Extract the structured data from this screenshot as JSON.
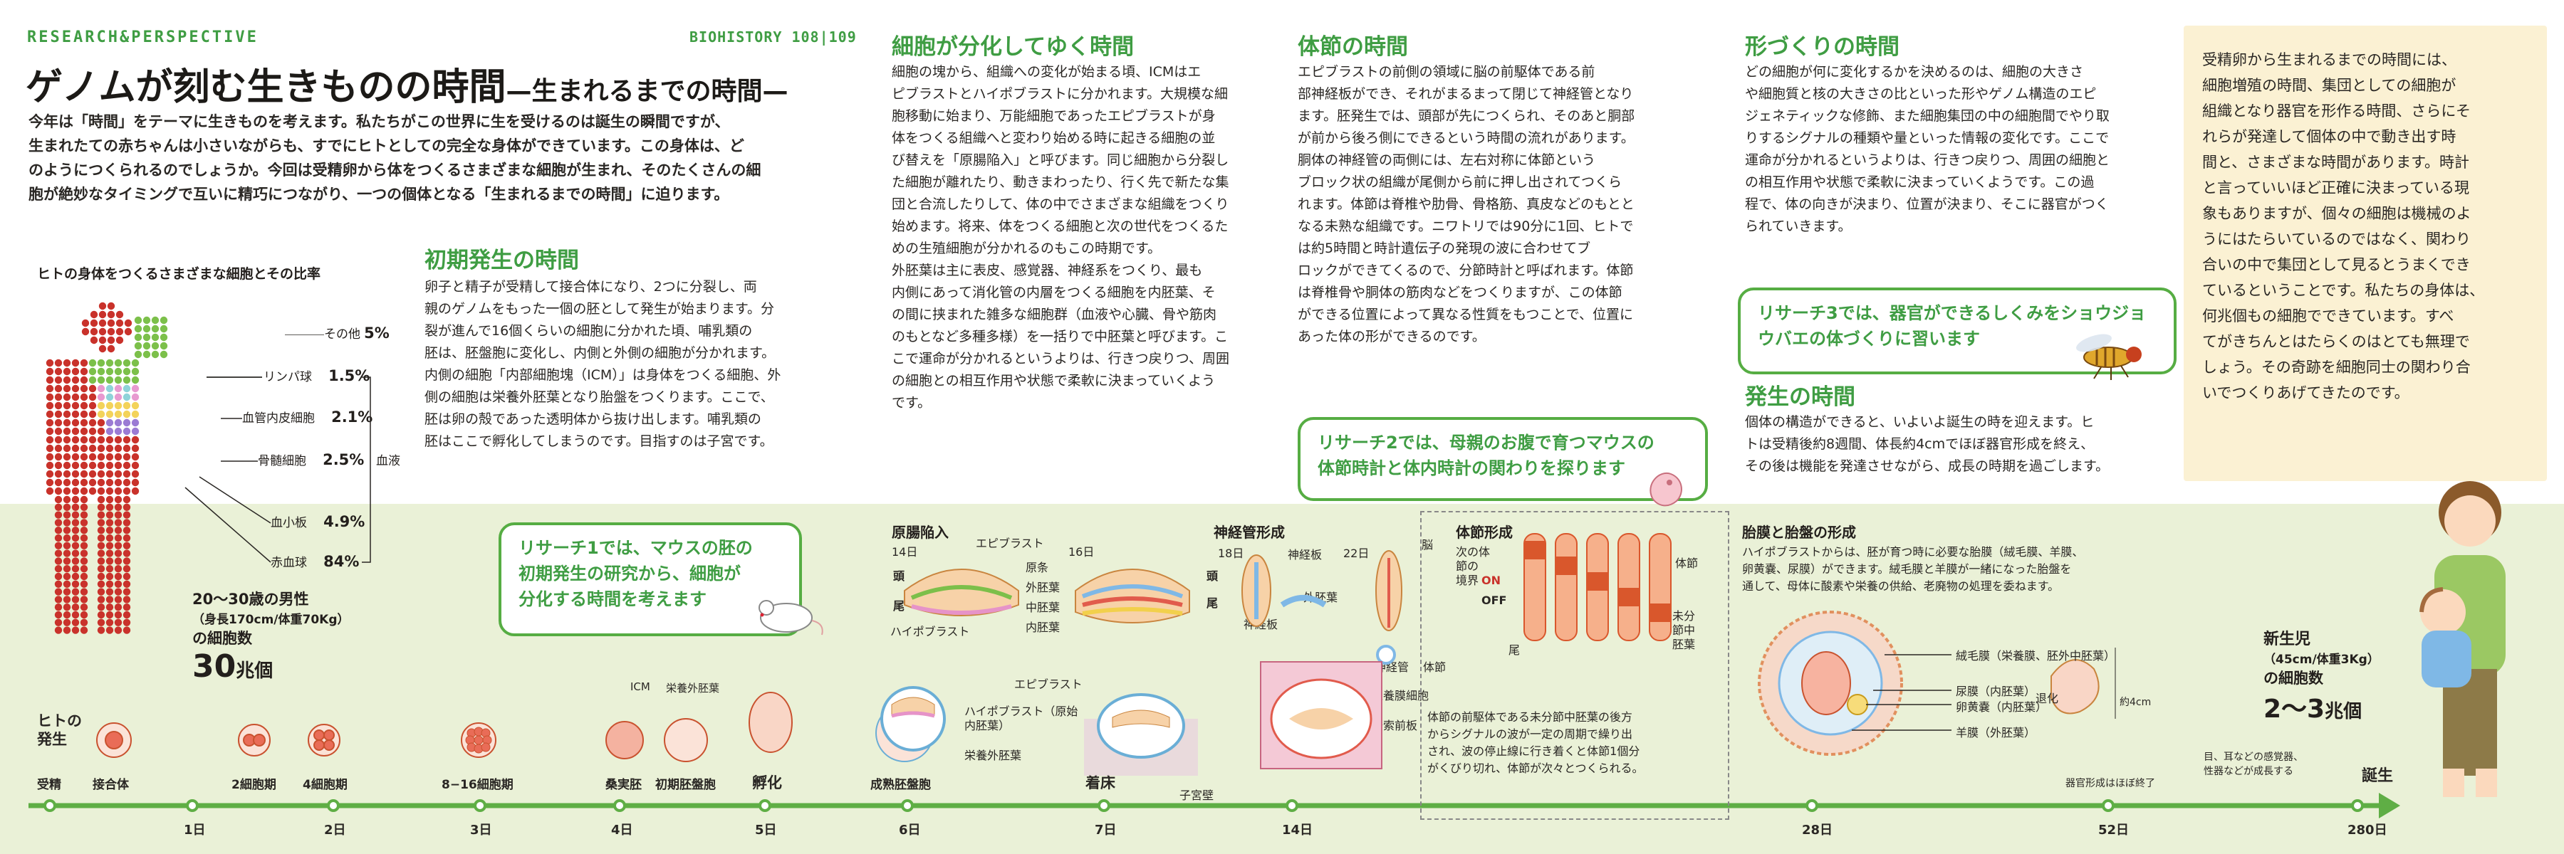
{
  "header": {
    "tag": "RESEARCH&PERSPECTIVE",
    "pages": "BIOHISTORY 108|109",
    "title": "ゲノムが刻む生きものの時間",
    "subtitle": "—生まれるまでの時間—",
    "intro_lines": [
      "今年は「時間」をテーマに生きものを考えます。私たちがこの世界に生を受けるのは誕生の瞬間ですが、",
      "生まれたての赤ちゃんは小さいながらも、すでにヒトとしての完全な身体ができています。この身体は、ど",
      "のようにつくられるのでしょうか。今回は受精卵から体をつくるさまざまな細胞が生まれ、そのたくさんの細",
      "胞が絶妙なタイミングで互いに精巧につながり、一つの個体となる「生まれるまでの時間」に迫ります。"
    ]
  },
  "cell_chart": {
    "title": "ヒトの身体をつくるさまざまな細胞とその比率",
    "items": [
      {
        "name": "その他",
        "pct": "5%",
        "color": "#7cc04a"
      },
      {
        "name": "リンパ球",
        "pct": "1.5%",
        "color": "#8fd3d9"
      },
      {
        "name": "血管内皮細胞",
        "pct": "2.1%",
        "color": "#e89ad0"
      },
      {
        "name": "骨髄細胞",
        "pct": "2.5%",
        "color": "#f3d35a"
      },
      {
        "name": "血小板",
        "pct": "4.9%",
        "color": "#9b7bd4"
      },
      {
        "name": "赤血球",
        "pct": "84%",
        "color": "#c9322b"
      }
    ],
    "blood_label": "血液",
    "person_line1": "20〜30歳の男性",
    "person_line2": "（身長170cm/体重70Kg）",
    "person_line3": "の細胞数",
    "person_count": "30",
    "person_unit": "兆個"
  },
  "sections": {
    "early": {
      "title": "初期発生の時間",
      "lines": [
        "卵子と精子が受精して接合体になり、2つに分裂し、両",
        "親のゲノムをもった一個の胚として発生が始まります。分",
        "裂が進んで16個くらいの細胞に分かれた頃、哺乳類の",
        "胚は、胚盤胞に変化し、内側と外側の細胞が分かれます。",
        "内側の細胞「内部細胞塊（ICM）」は身体をつくる細胞、外",
        "側の細胞は栄養外胚葉となり胎盤をつくります。ここで、",
        "胚は卵の殻であった透明体から抜け出します。哺乳類の",
        "胚はここで孵化してしまうのです。目指すのは子宮です。"
      ]
    },
    "differentiation": {
      "title": "細胞が分化してゆく時間",
      "lines": [
        "細胞の塊から、組織への変化が始まる頃、ICMはエ",
        "ピブラストとハイポブラストに分かれます。大規模な細",
        "胞移動に始まり、万能細胞であったエピブラストが身",
        "体をつくる組織へと変わり始める時に起きる細胞の並",
        "び替えを「原腸陥入」と呼びます。同じ細胞から分裂し",
        "た細胞が離れたり、動きまわったり、行く先で新たな集",
        "団と合流したりして、体の中でさまざまな組織をつくり",
        "始めます。将来、体をつくる細胞と次の世代をつくるた",
        "めの生殖細胞が分かれるのもこの時期です。",
        "外胚葉は主に表皮、感覚器、神経系をつくり、最も",
        "内側にあって消化管の内層をつくる細胞を内胚葉、そ",
        "の間に挟まれた雑多な細胞群（血液や心臓、骨や筋肉",
        "のもとなど多種多様）を一括りで中胚葉と呼びます。こ",
        "こで運命が分かれるというよりは、行きつ戻りつ、周囲",
        "の細胞との相互作用や状態で柔軟に決まっていくよう",
        "です。"
      ]
    },
    "somite": {
      "title": "体節の時間",
      "lines": [
        "エピブラストの前側の領域に脳の前駆体である前",
        "部神経板ができ、それがまるまって閉じて神経管となり",
        "ます。胚発生では、頭部が先につくられ、そのあと胴部",
        "が前から後ろ側にできるという時間の流れがあります。",
        "胴体の神経管の両側には、左右対称に体節という",
        "ブロック状の組織が尾側から前に押し出されてつくら",
        "れます。体節は脊椎や肋骨、骨格筋、真皮などのもとと",
        "なる未熟な組織です。ニワトリでは90分に1回、ヒトで",
        "は約5時間と時計遺伝子の発現の波に合わせてブ",
        "ロックができてくるので、分節時計と呼ばれます。体節",
        "は脊椎骨や胴体の筋肉などをつくりますが、この体節",
        "ができる位置によって異なる性質をもつことで、位置に",
        "あった体の形ができるのです。"
      ]
    },
    "shape": {
      "title": "形づくりの時間",
      "lines": [
        "どの細胞が何に変化するかを決めるのは、細胞の大きさ",
        "や細胞質と核の大きさの比といった形やゲノム構造のエピ",
        "ジェネティックな修飾、また細胞集団の中の細胞間でやり取",
        "りするシグナルの種類や量といった情報の変化です。ここで",
        "運命が分かれるというよりは、行きつ戻りつ、周囲の細胞と",
        "の相互作用や状態で柔軟に決まっていくようです。この過",
        "程で、体の向きが決まり、位置が決まり、そこに器官がつく",
        "られていきます。"
      ]
    },
    "growth": {
      "title": "発生の時間",
      "lines": [
        "個体の構造ができると、いよいよ誕生の時を迎えます。ヒ",
        "トは受精後約8週間、体長約4cmでほぼ器官形成を終え、",
        "その後は機能を発達させながら、成長の時期を過ごします。"
      ]
    }
  },
  "callouts": {
    "research1": [
      "リサーチ1では、マウスの胚の",
      "初期発生の研究から、細胞が",
      "分化する時間を考えます"
    ],
    "research2": [
      "リサーチ2では、母親のお腹で育つマウスの",
      "体節時計と体内時計の関わりを探ります"
    ],
    "research3": [
      "リサーチ3では、器官ができるしくみをショウジョ",
      "ウバエの体づくりに習います"
    ]
  },
  "side_box": {
    "lines": [
      "受精卵から生まれるまでの時間には、",
      "細胞増殖の時間、集団としての細胞が",
      "組織となり器官を形作る時間、さらにそ",
      "れらが発達して個体の中で動き出す時",
      "間と、さまざまな時間があります。時計",
      "と言っていいほど正確に決まっている現",
      "象もありますが、個々の細胞は機械のよ",
      "うにはたらいているのではなく、関わり",
      "合いの中で集団として見るとうまくでき",
      "ているということです。私たちの身体は、",
      "何兆個もの細胞でできています。すべ",
      "てがきちんとはたらくのはとても無理で",
      "しょう。その奇跡を細胞同士の関わり合",
      "いでつくりあげてきたのです。"
    ]
  },
  "timeline": {
    "start_label": [
      "ヒトの",
      "発生"
    ],
    "ticks": [
      "1日",
      "2日",
      "3日",
      "4日",
      "5日",
      "6日",
      "7日",
      "14日",
      "28日",
      "52日",
      "280日"
    ],
    "stages": {
      "fertilization": "受精",
      "zygote": "接合体",
      "two_cell": "2細胞期",
      "four_cell": "4細胞期",
      "morula_16": "8−16細胞期",
      "morula": "桑実胚",
      "early_blastocyst": "初期胚盤胞",
      "hatching": "孵化",
      "blastocyst": "成熟胚盤胞",
      "implantation": "着床",
      "birth": "誕生"
    },
    "icm_labels": {
      "icm": "ICM",
      "troph": "栄養外胚葉"
    }
  },
  "figures": {
    "gastrulation": {
      "title": "原腸陥入",
      "day14": "14日",
      "day16": "16日",
      "head": "頭",
      "tail": "尾",
      "epiblast": "エピブラスト",
      "hypoblast": "ハイポブラスト",
      "primitive_streak": "原条",
      "ectoderm": "外胚葉",
      "mesoderm": "中胚葉",
      "endoderm": "内胚葉"
    },
    "blastocyst_detail": {
      "epiblast": "エピブラスト",
      "hypoblast": "ハイポブラスト（原始内胚葉）",
      "troph": "栄養外胚葉",
      "uterus": "子宮壁"
    },
    "neural": {
      "title": "神経管形成",
      "day18": "18日",
      "day22": "22日",
      "head": "頭",
      "tail": "尾",
      "neural_plate": "神経板",
      "neural_plate2": "神経板",
      "ectoderm": "外胚葉",
      "brain": "脳",
      "neural_tube": "神経管",
      "somite": "体節",
      "troph_cells": "栄養膜細胞",
      "notochord": "脊索前板"
    },
    "segmentation": {
      "title": "体節形成",
      "next": [
        "次の体",
        "節の",
        "境界"
      ],
      "on": "ON",
      "off": "OFF",
      "somite": "体節",
      "unseg": [
        "未分",
        "節中",
        "胚葉"
      ],
      "tail": "尾",
      "caption": [
        "体節の前駆体である未分節中胚葉の後方",
        "からシグナルの波が一定の周期で繰り出",
        "され、波の停止線に行き着くと体節1個分",
        "がくびり切れ、体節が次々とつくられる。"
      ]
    },
    "membranes": {
      "title": "胎膜と胎盤の形成",
      "text": [
        "ハイポブラストからは、胚が育つ時に必要な胎膜（絨毛膜、羊膜、",
        "卵黄嚢、尿膜）ができます。絨毛膜と羊膜が一緒になった胎盤を",
        "通して、母体に酸素や栄養の供給、老廃物の処理を委ねます。"
      ],
      "chorion": "絨毛膜（栄養膜、胚外中胚葉）",
      "allantois": "尿膜（内胚葉）",
      "yolk": "卵黄嚢（内胚葉）",
      "amnion": "羊膜（外胚葉）",
      "regress": "退化",
      "length": "約4cm",
      "organ_done": "器官形成はほぼ終了",
      "senses": [
        "目、耳などの感覚器、",
        "性器などが成長する"
      ]
    },
    "newborn": {
      "label": "新生児",
      "size": "（45cm/体重3Kg）",
      "count_label": "の細胞数",
      "count": "2〜3",
      "unit": "兆個"
    }
  },
  "colors": {
    "green": "#3f9d43",
    "band": "#eaf1d7",
    "red": "#c9322b",
    "cream": "#fbf1d3"
  }
}
